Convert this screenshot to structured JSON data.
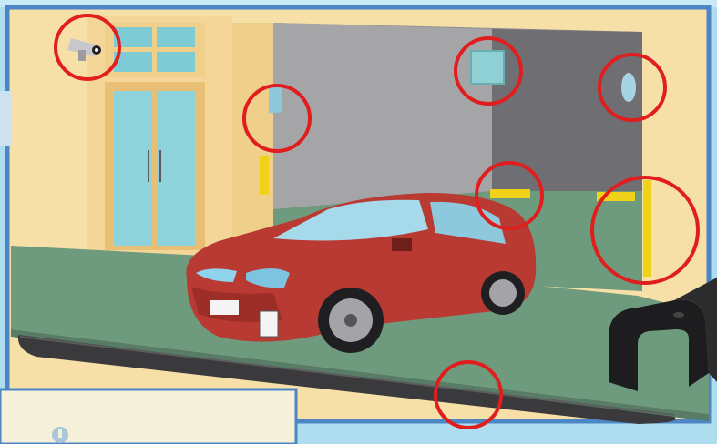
{
  "scene": {
    "title": "",
    "hotspots": [
      {
        "id": "security-camera",
        "icon": "security-camera-icon"
      },
      {
        "id": "wall-mirror-left",
        "icon": "mirror-icon"
      },
      {
        "id": "ceiling-mirror",
        "icon": "mirror-icon"
      },
      {
        "id": "corner-mirror",
        "icon": "convex-mirror-icon"
      },
      {
        "id": "wheel-stop",
        "icon": "wheel-stop-icon"
      },
      {
        "id": "wall-corner-guard",
        "icon": "corner-guard-icon"
      },
      {
        "id": "curb-edge-guard",
        "icon": "curb-guard-icon"
      }
    ],
    "colors": {
      "highlight_ring": "#e01e1e",
      "wall": "#f7dfa8",
      "garage_interior": "#a5a5a8",
      "floor": "#6e9a7e",
      "car": "#b83a32",
      "safety_yellow": "#f1d21b",
      "rubber_profile": "#1d1d1f",
      "frame": "#4c86c4"
    },
    "info_panel": {
      "icon": "info-bulb-icon",
      "text": ""
    }
  }
}
